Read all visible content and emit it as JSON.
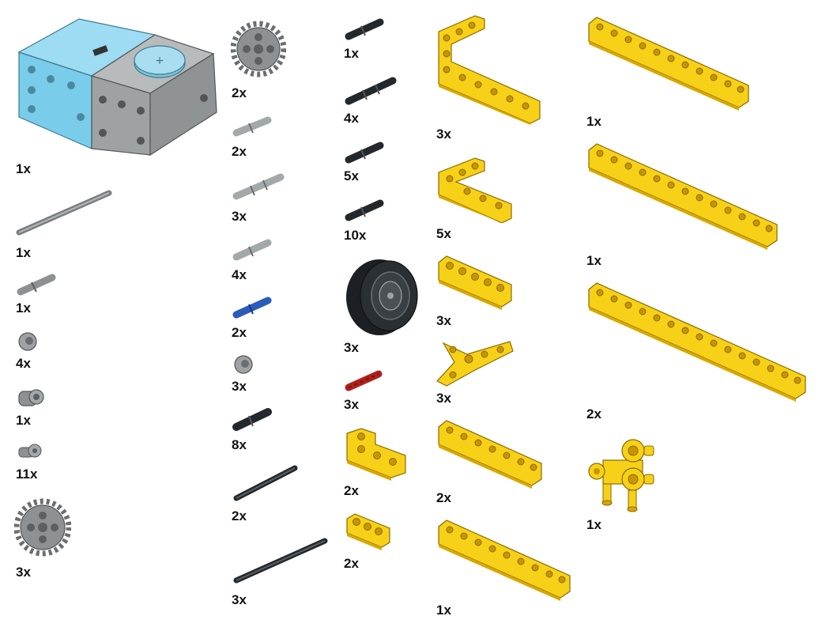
{
  "colors": {
    "yellow": "#f7d117",
    "yellow_shade": "#d9a800",
    "yellow_edge": "#8a6a00",
    "light_gray": "#a3a8aa",
    "dark_gray": "#6b6e70",
    "black": "#23282c",
    "blue": "#2a5db8",
    "red": "#b0201c",
    "azure": "#79cdea"
  },
  "parts": [
    {
      "id": "large-motor",
      "icon": "motor-icon",
      "qty": "1x"
    },
    {
      "id": "axle-long-gray",
      "icon": "axle-icon",
      "qty": "1x"
    },
    {
      "id": "axle-pin-gray",
      "icon": "pin-icon",
      "qty": "1x"
    },
    {
      "id": "bush-gray",
      "icon": "bush-icon",
      "qty": "4x"
    },
    {
      "id": "connector-gray",
      "icon": "connector-icon",
      "qty": "1x"
    },
    {
      "id": "half-bush-gray",
      "icon": "half-bush-icon",
      "qty": "11x"
    },
    {
      "id": "gear-24-left",
      "icon": "gear-icon",
      "qty": "3x"
    },
    {
      "id": "gear-24-top",
      "icon": "gear-icon",
      "qty": "2x"
    },
    {
      "id": "pin-gray-1",
      "icon": "pin-icon",
      "qty": "2x"
    },
    {
      "id": "pin-gray-long",
      "icon": "pin-icon",
      "qty": "3x"
    },
    {
      "id": "pin-gray-2",
      "icon": "pin-icon",
      "qty": "4x"
    },
    {
      "id": "pin-blue",
      "icon": "pin-icon",
      "qty": "2x"
    },
    {
      "id": "bush-gray-2",
      "icon": "bush-icon",
      "qty": "3x"
    },
    {
      "id": "pin-black-long",
      "icon": "pin-icon",
      "qty": "8x"
    },
    {
      "id": "axle-black-1",
      "icon": "axle-icon",
      "qty": "2x"
    },
    {
      "id": "axle-black-2",
      "icon": "axle-icon",
      "qty": "3x"
    },
    {
      "id": "pin-black-1",
      "icon": "pin-icon",
      "qty": "1x"
    },
    {
      "id": "pin-black-long-2",
      "icon": "pin-icon",
      "qty": "4x"
    },
    {
      "id": "pin-black-2",
      "icon": "pin-icon",
      "qty": "5x"
    },
    {
      "id": "pin-black-3",
      "icon": "pin-icon",
      "qty": "10x"
    },
    {
      "id": "wheel",
      "icon": "wheel-icon",
      "qty": "3x"
    },
    {
      "id": "axle-red",
      "icon": "axle-icon",
      "qty": "3x"
    },
    {
      "id": "beam-l-small",
      "icon": "beam-icon",
      "qty": "2x"
    },
    {
      "id": "beam-3",
      "icon": "beam-icon",
      "qty": "2x"
    },
    {
      "id": "beam-l-large",
      "icon": "beam-icon",
      "qty": "3x"
    },
    {
      "id": "beam-l-medium",
      "icon": "beam-icon",
      "qty": "5x"
    },
    {
      "id": "beam-5",
      "icon": "beam-icon",
      "qty": "3x"
    },
    {
      "id": "beam-triangle",
      "icon": "beam-icon",
      "qty": "3x"
    },
    {
      "id": "beam-7",
      "icon": "beam-icon",
      "qty": "2x"
    },
    {
      "id": "beam-9",
      "icon": "beam-icon",
      "qty": "1x"
    },
    {
      "id": "beam-11",
      "icon": "beam-icon",
      "qty": "1x"
    },
    {
      "id": "beam-13",
      "icon": "beam-icon",
      "qty": "1x"
    },
    {
      "id": "beam-15",
      "icon": "beam-icon",
      "qty": "2x"
    },
    {
      "id": "frame-connector",
      "icon": "frame-icon",
      "qty": "1x"
    }
  ]
}
